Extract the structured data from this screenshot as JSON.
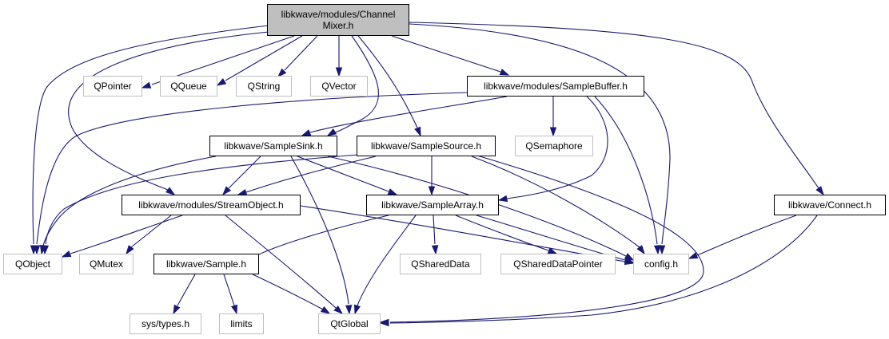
{
  "colors": {
    "edge": "#191970",
    "root_fill": "#bfbfbf",
    "external_border": "#bfbfbf",
    "local_border": "#000000"
  },
  "nodes": {
    "root": {
      "line1": "libkwave/modules/Channel",
      "line2": "Mixer.h"
    },
    "qpointer": "QPointer",
    "qqueue": "QQueue",
    "qstring": "QString",
    "qvector": "QVector",
    "samplebuffer": "libkwave/modules/SampleBuffer.h",
    "samplesink": "libkwave/SampleSink.h",
    "samplesource": "libkwave/SampleSource.h",
    "qsemaphore": "QSemaphore",
    "streamobject": "libkwave/modules/StreamObject.h",
    "samplearray": "libkwave/SampleArray.h",
    "connect": "libkwave/Connect.h",
    "qobject": "QObject",
    "qmutex": "QMutex",
    "sample": "libkwave/Sample.h",
    "qshareddata": "QSharedData",
    "qshareddatapointer": "QSharedDataPointer",
    "config": "config.h",
    "systypes": "sys/types.h",
    "limits": "limits",
    "qtglobal": "QtGlobal"
  }
}
